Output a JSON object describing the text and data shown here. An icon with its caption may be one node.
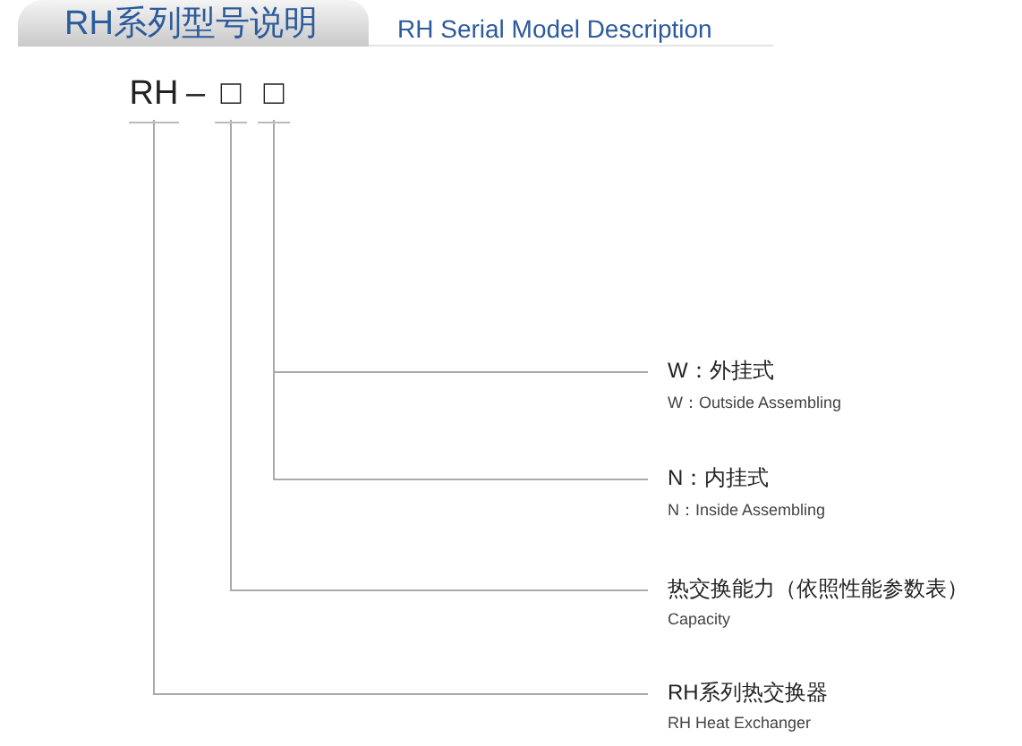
{
  "diagram": {
    "title": "RH系列型号说明",
    "nodes": [
      {
        "text": [
          "RH"
        ]
      },
      {
        "text": [
          "□"
        ]
      },
      {
        "text": [
          "□"
        ]
      },
      {
        "text": [
          "W：外挂式",
          "W：Outside Assembling"
        ]
      },
      {
        "text": [
          "N：内挂式",
          "N：Inside Assembling"
        ]
      },
      {
        "text": [
          "热交换能力（依照性能参数表）",
          "Capacity"
        ]
      },
      {
        "text": [
          "RH系列热交换器",
          "RH  Heat Exchanger"
        ]
      }
    ],
    "edges": [
      {
        "from": 2,
        "to": 3,
        "arrow": "none"
      },
      {
        "from": 2,
        "to": 4,
        "arrow": "none"
      },
      {
        "from": 1,
        "to": 5,
        "arrow": "none"
      },
      {
        "from": 0,
        "to": 6,
        "arrow": "none"
      }
    ],
    "labels": [
      "RH Serial Model Description",
      "–"
    ]
  }
}
